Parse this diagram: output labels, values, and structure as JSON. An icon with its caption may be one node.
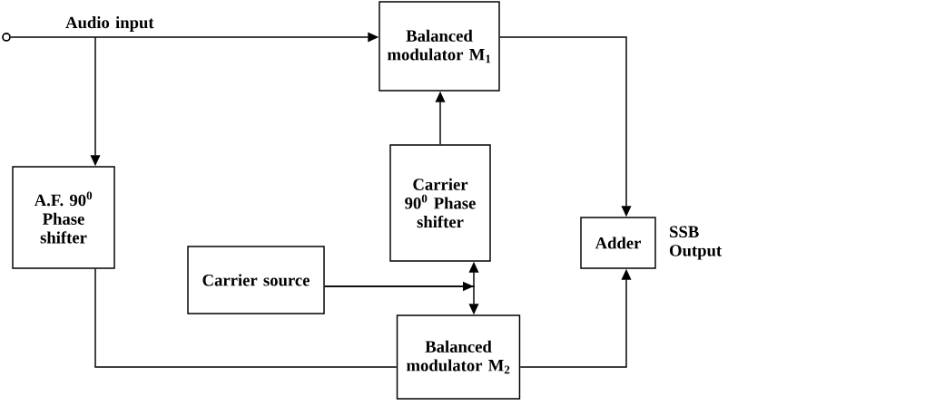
{
  "diagram": {
    "nodes": [
      {
        "text": [],
        "shape": "circle",
        "beside": [
          "Audio input"
        ]
      },
      {
        "text": [
          "Balanced modulator M$_{1}$"
        ]
      },
      {
        "text": [
          "A.F. 90$^{0}$ Phase shifter"
        ]
      },
      {
        "text": [
          "Carrier 90$^{0}$ Phase shifter"
        ]
      },
      {
        "text": [
          "Carrier source"
        ]
      },
      {
        "text": [
          "Balanced modulator M$_{2}$"
        ]
      },
      {
        "text": [
          "Adder"
        ],
        "beside": [
          "SSB Output"
        ]
      }
    ],
    "edges": [
      {
        "from": 0,
        "to": 1,
        "arrow": "to"
      },
      {
        "from": 0,
        "to": 2,
        "arrow": "to"
      },
      {
        "from": 3,
        "to": 1,
        "arrow": "to"
      },
      {
        "from": 1,
        "to": 6,
        "arrow": "to"
      },
      {
        "from": 4,
        "to": 3,
        "arrow": "to"
      },
      {
        "from": 4,
        "to": 5,
        "arrow": "to"
      },
      {
        "from": 2,
        "to": 5,
        "arrow": "none"
      },
      {
        "from": 5,
        "to": 6,
        "arrow": "to"
      }
    ]
  }
}
